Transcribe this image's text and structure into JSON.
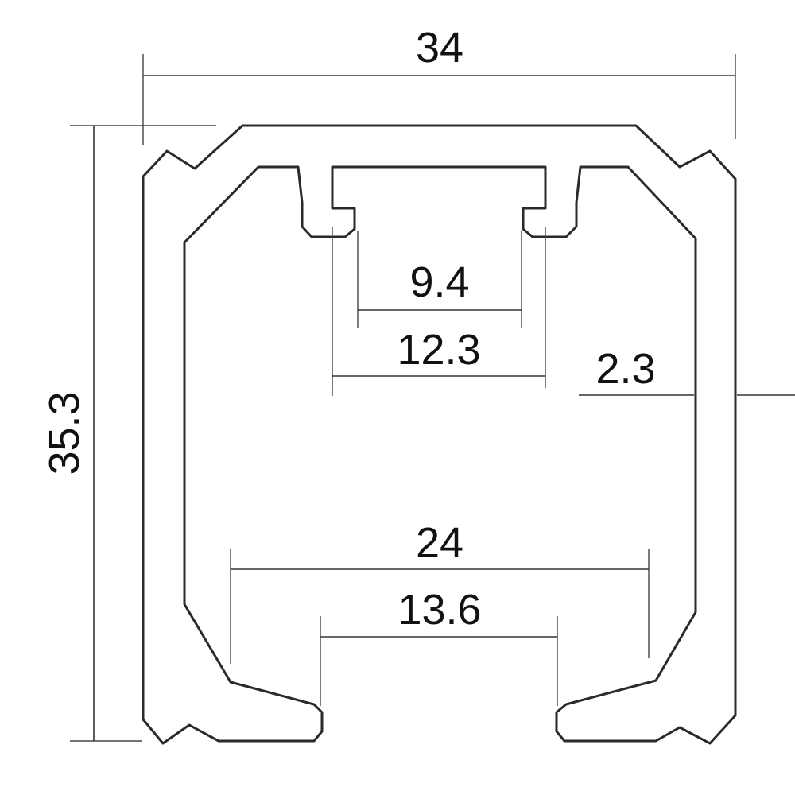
{
  "drawing": {
    "dimensions": {
      "overall_width": "34",
      "overall_height": "35.3",
      "inner_slot": "9.4",
      "upper_channel": "12.3",
      "wall_thickness": "2.3",
      "bottom_inner": "24",
      "bottom_opening": "13.6"
    },
    "colors": {
      "line": "#2a2a2a",
      "text": "#111111",
      "background": "#ffffff"
    }
  }
}
